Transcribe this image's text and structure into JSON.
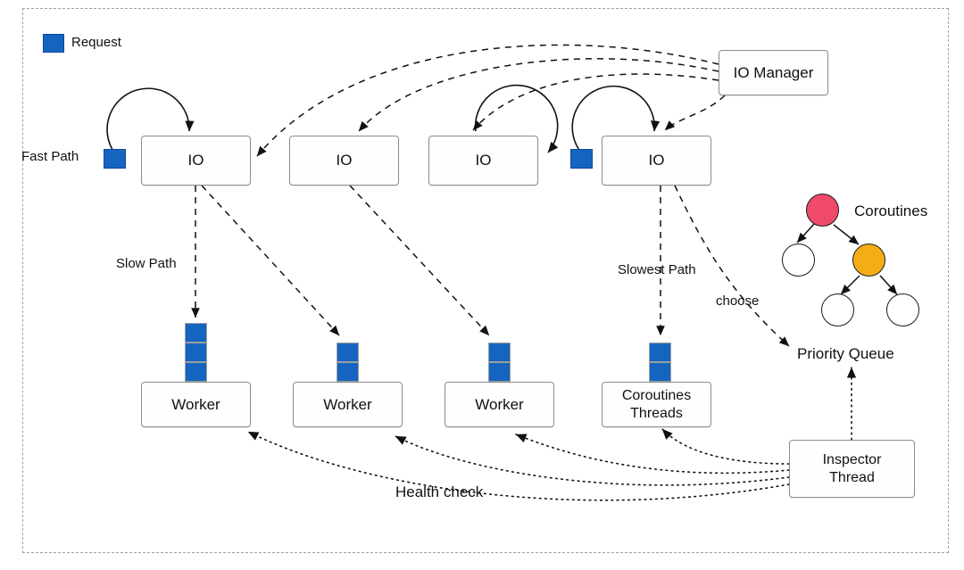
{
  "diagram": {
    "title": "IO thread model with fast/slow/slowest paths",
    "colors": {
      "request_blue": "#1565c0",
      "coroutine_root": "#ef4a6b",
      "coroutine_active": "#f5ad17",
      "coroutine_idle": "#ffffff",
      "box_border": "#8d8d8d",
      "frame_border": "#9aa0a6"
    }
  },
  "legend": {
    "swatch_name": "request-swatch",
    "label": "Request"
  },
  "labels": {
    "fast_path": "Fast Path",
    "slow_path": "Slow Path",
    "slowest_path": "Slowest Path",
    "choose": "choose",
    "priority_queue": "Priority Queue",
    "health_check": "Health check",
    "coroutines": "Coroutines"
  },
  "nodes": {
    "io_manager": {
      "label": "IO Manager"
    },
    "io_row": [
      {
        "label": "IO",
        "has_request": true,
        "loop": true
      },
      {
        "label": "IO",
        "has_request": false,
        "loop": false
      },
      {
        "label": "IO",
        "has_request": false,
        "loop": true
      },
      {
        "label": "IO",
        "has_request": true,
        "loop": true
      }
    ],
    "worker_row": [
      {
        "label": "Worker",
        "queue_depth": 3
      },
      {
        "label": "Worker",
        "queue_depth": 2
      },
      {
        "label": "Worker",
        "queue_depth": 2
      },
      {
        "label": "Coroutines\nThreads",
        "line1": "Coroutines",
        "line2": "Threads",
        "queue_depth": 2
      }
    ],
    "inspector": {
      "line1": "Inspector",
      "line2": "Thread"
    }
  },
  "coroutine_tree": {
    "nodes": [
      {
        "id": "root",
        "fill": "#ef4a6b"
      },
      {
        "id": "left",
        "fill": "#ffffff"
      },
      {
        "id": "right",
        "fill": "#f5ad17"
      },
      {
        "id": "right-left",
        "fill": "#ffffff"
      },
      {
        "id": "right-right",
        "fill": "#ffffff"
      }
    ],
    "edges": [
      [
        "root",
        "left"
      ],
      [
        "root",
        "right"
      ],
      [
        "right",
        "right-left"
      ],
      [
        "right",
        "right-right"
      ]
    ]
  }
}
